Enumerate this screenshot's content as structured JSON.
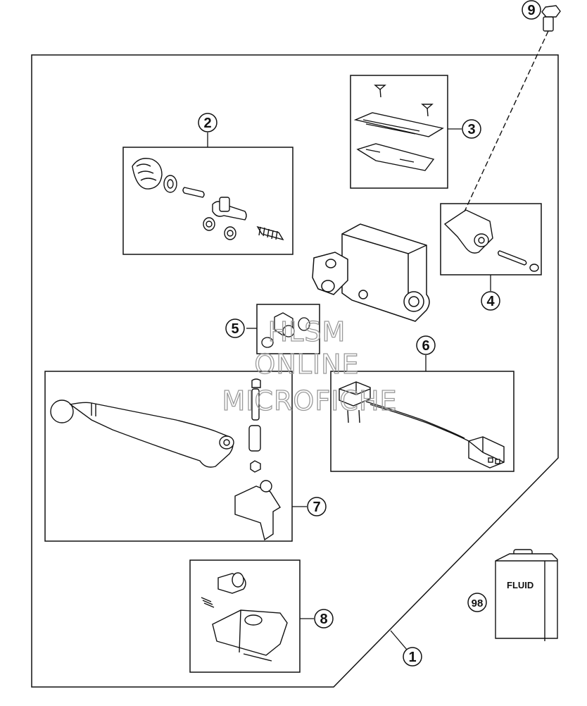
{
  "diagram": {
    "callouts": {
      "c1": "1",
      "c2": "2",
      "c3": "3",
      "c4": "4",
      "c5": "5",
      "c6": "6",
      "c7": "7",
      "c8": "8",
      "c9": "9",
      "c98": "98"
    },
    "fluid_label": "FLUID",
    "watermark": [
      "HLSM",
      "ONLINE",
      "MICROFICHE"
    ]
  },
  "colors": {
    "line": "#111111",
    "watermark": "#9a9a9a",
    "background": "#ffffff"
  }
}
